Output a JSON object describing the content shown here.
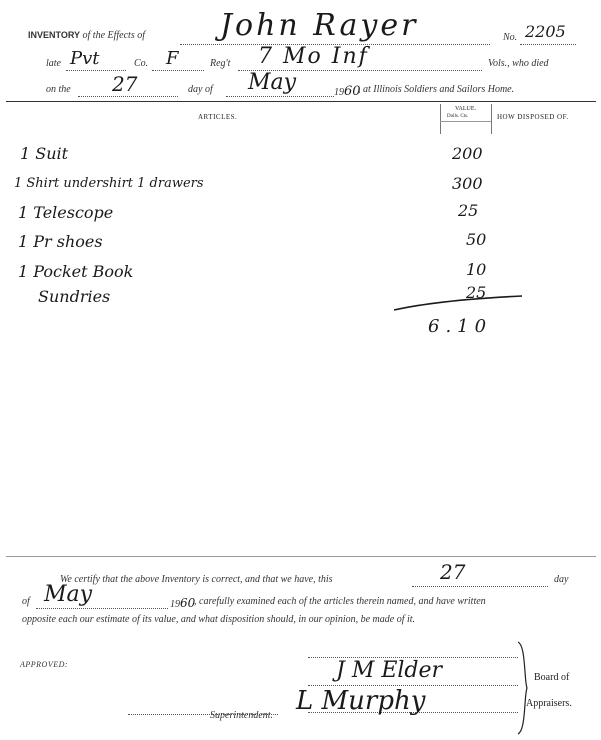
{
  "header": {
    "inventory_word": "INVENTORY",
    "of_effects": "of the Effects of",
    "name": "John Rayer",
    "no_label": "No.",
    "no_value": "2205",
    "late_label": "late",
    "late_value": "Pvt",
    "co_label": "Co.",
    "co_value": "F",
    "regt_label": "Reg't",
    "regt_value": "7 Mo Inf",
    "vols_died": "Vols., who died",
    "on_the": "on the",
    "day_value": "27",
    "day_of": "day of",
    "month_value": "May",
    "year_prefix": "19",
    "year_value": "60",
    "at_home": ", at Illinois Soldiers and Sailors Home."
  },
  "columns": {
    "articles": "ARTICLES.",
    "value": "VALUE.",
    "dolls_cts": "Dolls. Cts.",
    "disposed": "HOW DISPOSED OF."
  },
  "items": [
    {
      "article": "1 Suit",
      "value": "200"
    },
    {
      "article": "1 Shirt undershirt 1 drawers",
      "value": "300"
    },
    {
      "article": "1 Telescope",
      "value": "25"
    },
    {
      "article": "1 Pr shoes",
      "value": "50"
    },
    {
      "article": "1 Pocket Book",
      "value": "10"
    },
    {
      "article": "Sundries",
      "value": "25"
    }
  ],
  "total": "6.10",
  "certify": {
    "line1_a": "We certify that the above Inventory is correct, and that we have, this",
    "line1_day": "27",
    "line1_b": "day",
    "line2_of": "of",
    "line2_month": "May",
    "line2_year_prefix": "19",
    "line2_year": "60",
    "line2_rest": ", carefully examined each of the articles therein named, and have written",
    "line3": "opposite each our estimate of its value, and what disposition should, in our opinion, be made of it."
  },
  "footer": {
    "approved": "APPROVED:",
    "superintendent": "Superintendent.",
    "board_of": "Board of",
    "appraisers": "Appraisers.",
    "sig1": "J M Elder",
    "sig2": "L Murphy"
  }
}
